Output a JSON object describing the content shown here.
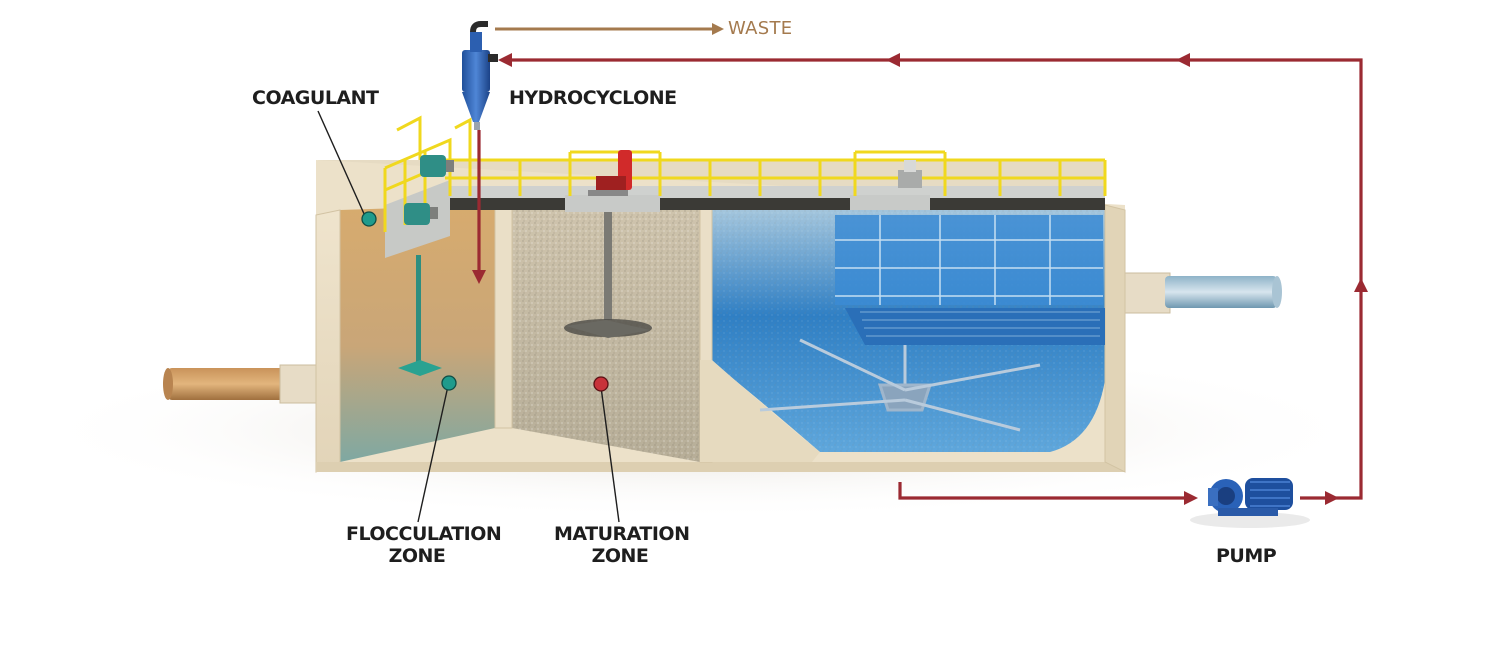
{
  "labels": {
    "waste": "WASTE",
    "hydrocyclone": "HYDROCYCLONE",
    "coagulant": "COAGULANT",
    "flocculation_line1": "FLOCCULATION",
    "flocculation_line2": "ZONE",
    "maturation_line1": "MATURATION",
    "maturation_line2": "ZONE",
    "pump": "PUMP"
  },
  "colors": {
    "recirculation_line": "#9b2a32",
    "waste_line": "#a47a4e",
    "coagulant_marker": "#1f9b8c",
    "flocculation_marker": "#1f9b8c",
    "maturation_marker": "#c8323a",
    "concrete": "#e9dcc3",
    "railing": "#f0d81e",
    "clarifier_water": "#3f8fd0"
  }
}
